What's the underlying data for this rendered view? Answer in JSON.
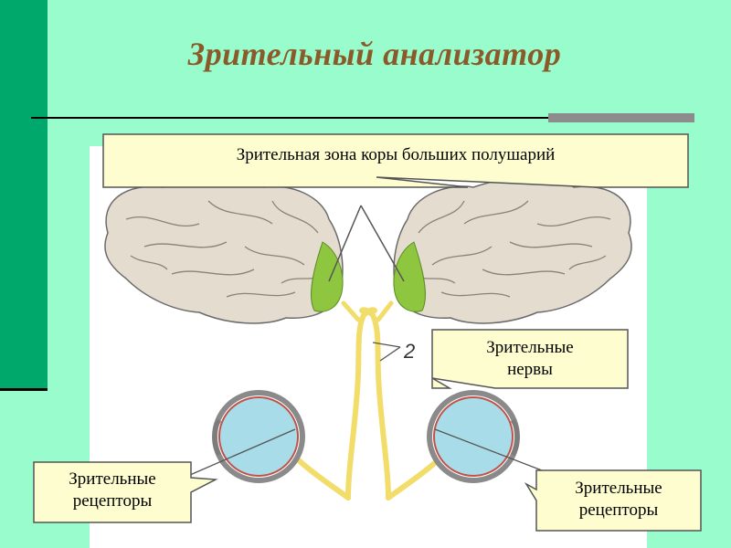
{
  "title": "Зрительный анализатор",
  "labels": {
    "cortex": "Зрительная зона коры больших полушарий",
    "nerves_line1": "Зрительные",
    "nerves_line2": "нервы",
    "receptors_left_line1": "Зрительные",
    "receptors_left_line2": "рецепторы",
    "receptors_right_line1": "Зрительные",
    "receptors_right_line2": "рецепторы",
    "marker_2": "2"
  },
  "colors": {
    "background": "#99fccc",
    "side_bar": "#00a86b",
    "title": "#8b5a2b",
    "callout_fill": "#fefdd0",
    "brain": "#e4ddcf",
    "visual_zone": "#8ec63f",
    "nerve": "#f2dc6a",
    "eye": "#a9dce9"
  }
}
